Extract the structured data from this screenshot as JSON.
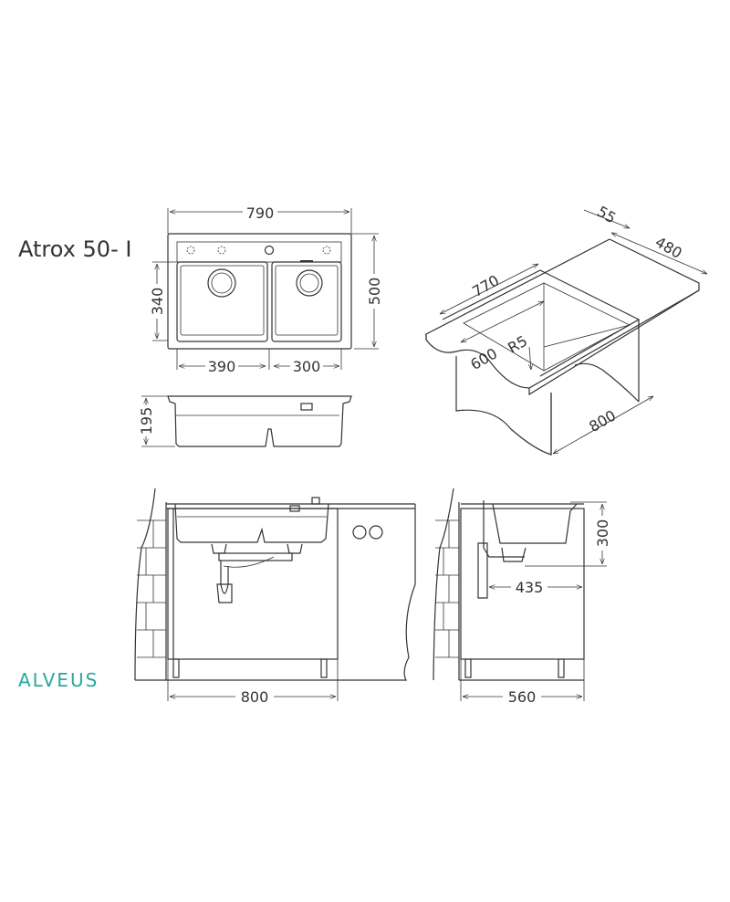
{
  "title": "Atrox 50- I",
  "brand": {
    "name": "ALVEUS",
    "color": "#2aa79f"
  },
  "line_color": "#333333",
  "top_view": {
    "width": "790",
    "depth": "500",
    "bowl_depth": "340",
    "left_bowl_width": "390",
    "right_bowl_width": "300"
  },
  "side_view": {
    "height": "195"
  },
  "iso_view": {
    "rim": "55",
    "depth": "480",
    "length": "770",
    "bowl": "600",
    "radius": "R5",
    "cabinet": "800"
  },
  "front_install": {
    "cabinet_width": "800"
  },
  "side_install": {
    "cabinet_depth": "560",
    "height": "300",
    "offset": "435"
  }
}
